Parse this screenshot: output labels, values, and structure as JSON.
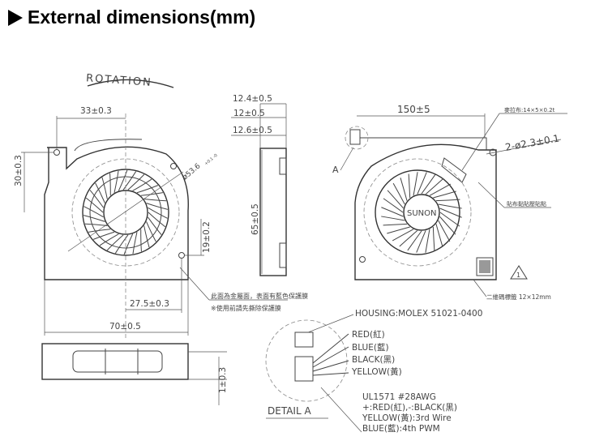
{
  "title": "External dimensions(mm)",
  "front_view": {
    "rotation_label": "ROTATION",
    "dim_width_hole": "33±0.3",
    "dim_height_hole": "30±0.3",
    "dim_impeller_dia": "ø53.6",
    "dim_impeller_tol": "+0.1 -0",
    "dim_hole_right": "19±0.2",
    "dim_bottom_hole": "27.5±0.3",
    "dim_total_width": "70±0.5",
    "note_line1": "此面為金屬面，表面有藍色保護膜",
    "note_line2": "※使用前請先撕除保護膜"
  },
  "bottom_view": {
    "dim_thickness": "1±0.3"
  },
  "side_view": {
    "dim_a": "12.4±0.5",
    "dim_b": "12±0.5",
    "dim_c": "12.6±0.5",
    "dim_height": "65±0.5"
  },
  "rear_view": {
    "dim_cable": "150±5",
    "dim_holes": "2-ø2.3±0.1",
    "brand": "SUNON",
    "detail_marker": "A",
    "mylar_note": "麥拉布:14×5×0.2t",
    "tape_note": "貼布黏貼壓貼點",
    "qr_note": "二維碼標籤  12×12mm",
    "revision_mark": "1"
  },
  "detail_a": {
    "label": "DETAIL  A",
    "housing": "HOUSING:MOLEX  51021-0400",
    "wires": [
      "RED(紅)",
      "BLUE(藍)",
      "BLACK(黑)",
      "YELLOW(黃)"
    ],
    "spec_lines": [
      "UL1571  #28AWG",
      "+:RED(紅),-:BLACK(黑)",
      "YELLOW(黃):3rd  Wire",
      "BLUE(藍):4th  PWM"
    ]
  }
}
